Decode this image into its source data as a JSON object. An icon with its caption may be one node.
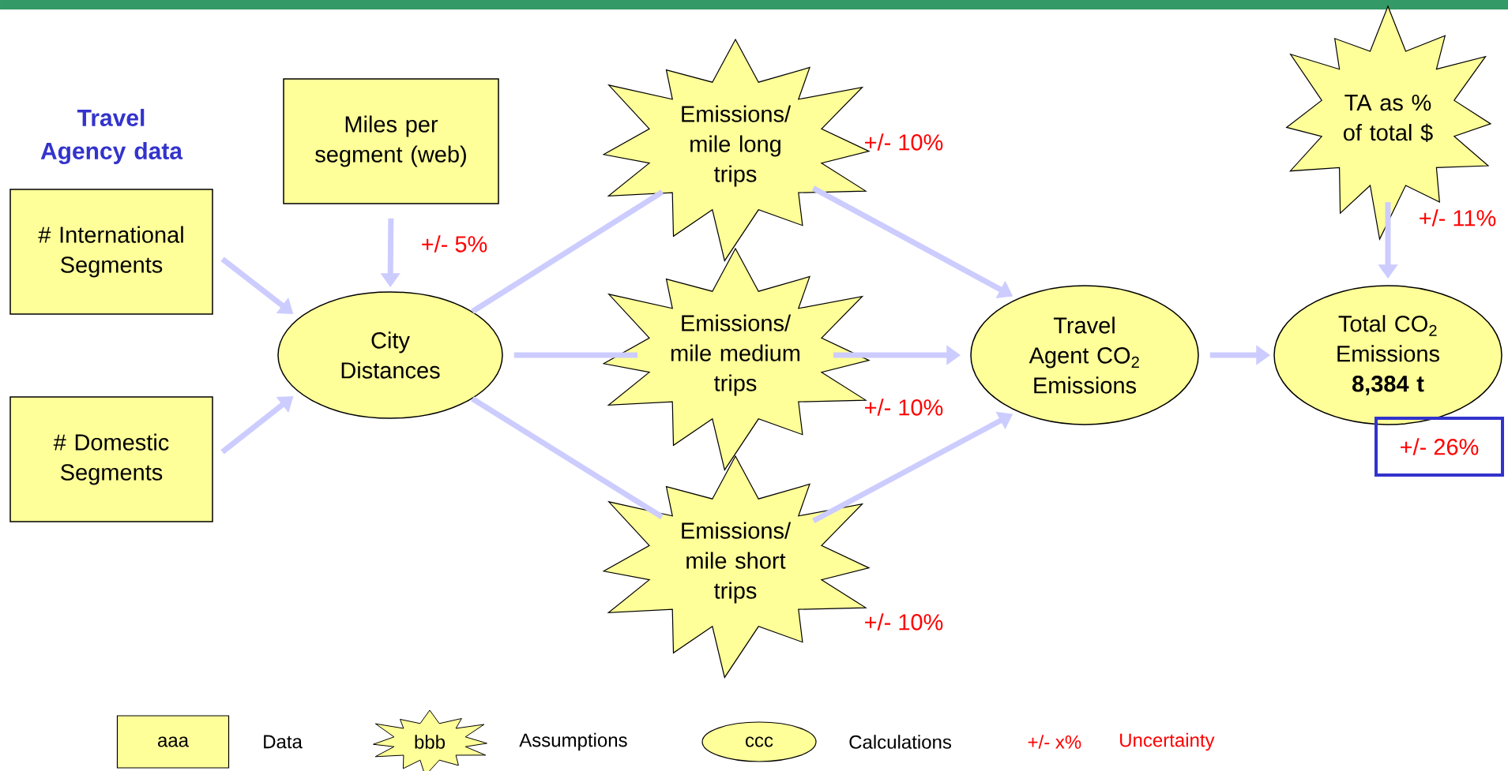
{
  "diagram": {
    "nodes": [
      {
        "text": [
          "# International Segments"
        ]
      },
      {
        "text": [
          "# Domestic Segments"
        ]
      },
      {
        "text": [
          "Miles per segment (web)"
        ],
        "beside": [
          "+/- 5%"
        ]
      },
      {
        "text": [
          "City Distances"
        ]
      },
      {
        "text": [
          "Emissions/ mile long trips"
        ],
        "beside": [
          "+/- 10%"
        ]
      },
      {
        "text": [
          "Emissions/ mile medium trips"
        ],
        "beside": [
          "+/- 10%"
        ]
      },
      {
        "text": [
          "Emissions/ mile short trips"
        ],
        "beside": [
          "+/- 10%"
        ]
      },
      {
        "text": [
          "Travel Agent CO$_{2}$ Emissions"
        ]
      },
      {
        "text": [
          "TA as % of total $"
        ],
        "beside": [
          "+/- 11%"
        ]
      },
      {
        "text": [
          "Total CO$_{2}$ Emissions",
          "8,384 t"
        ]
      },
      {
        "text": [
          "+/- 26%"
        ]
      }
    ],
    "edges": [
      {
        "from": 0,
        "to": 3,
        "arrow": "to"
      },
      {
        "from": 1,
        "to": 3,
        "arrow": "to"
      },
      {
        "from": 2,
        "to": 3,
        "arrow": "to"
      },
      {
        "from": 3,
        "to": 4,
        "arrow": "none"
      },
      {
        "from": 3,
        "to": 5,
        "arrow": "none"
      },
      {
        "from": 3,
        "to": 6,
        "arrow": "none"
      },
      {
        "from": 4,
        "to": 7,
        "arrow": "to"
      },
      {
        "from": 5,
        "to": 7,
        "arrow": "to"
      },
      {
        "from": 6,
        "to": 7,
        "arrow": "to"
      },
      {
        "from": 7,
        "to": 9,
        "arrow": "to"
      },
      {
        "from": 8,
        "to": 9,
        "arrow": "to"
      }
    ],
    "labels": [
      "Travel Agency data",
      "aaa",
      "bbb",
      "ccc",
      "+/- x%"
    ],
    "legend": [
      {
        "text": "Data"
      },
      {
        "text": "Assumptions"
      },
      {
        "text": "Calculations"
      },
      {
        "text": "Uncertainty"
      }
    ]
  }
}
